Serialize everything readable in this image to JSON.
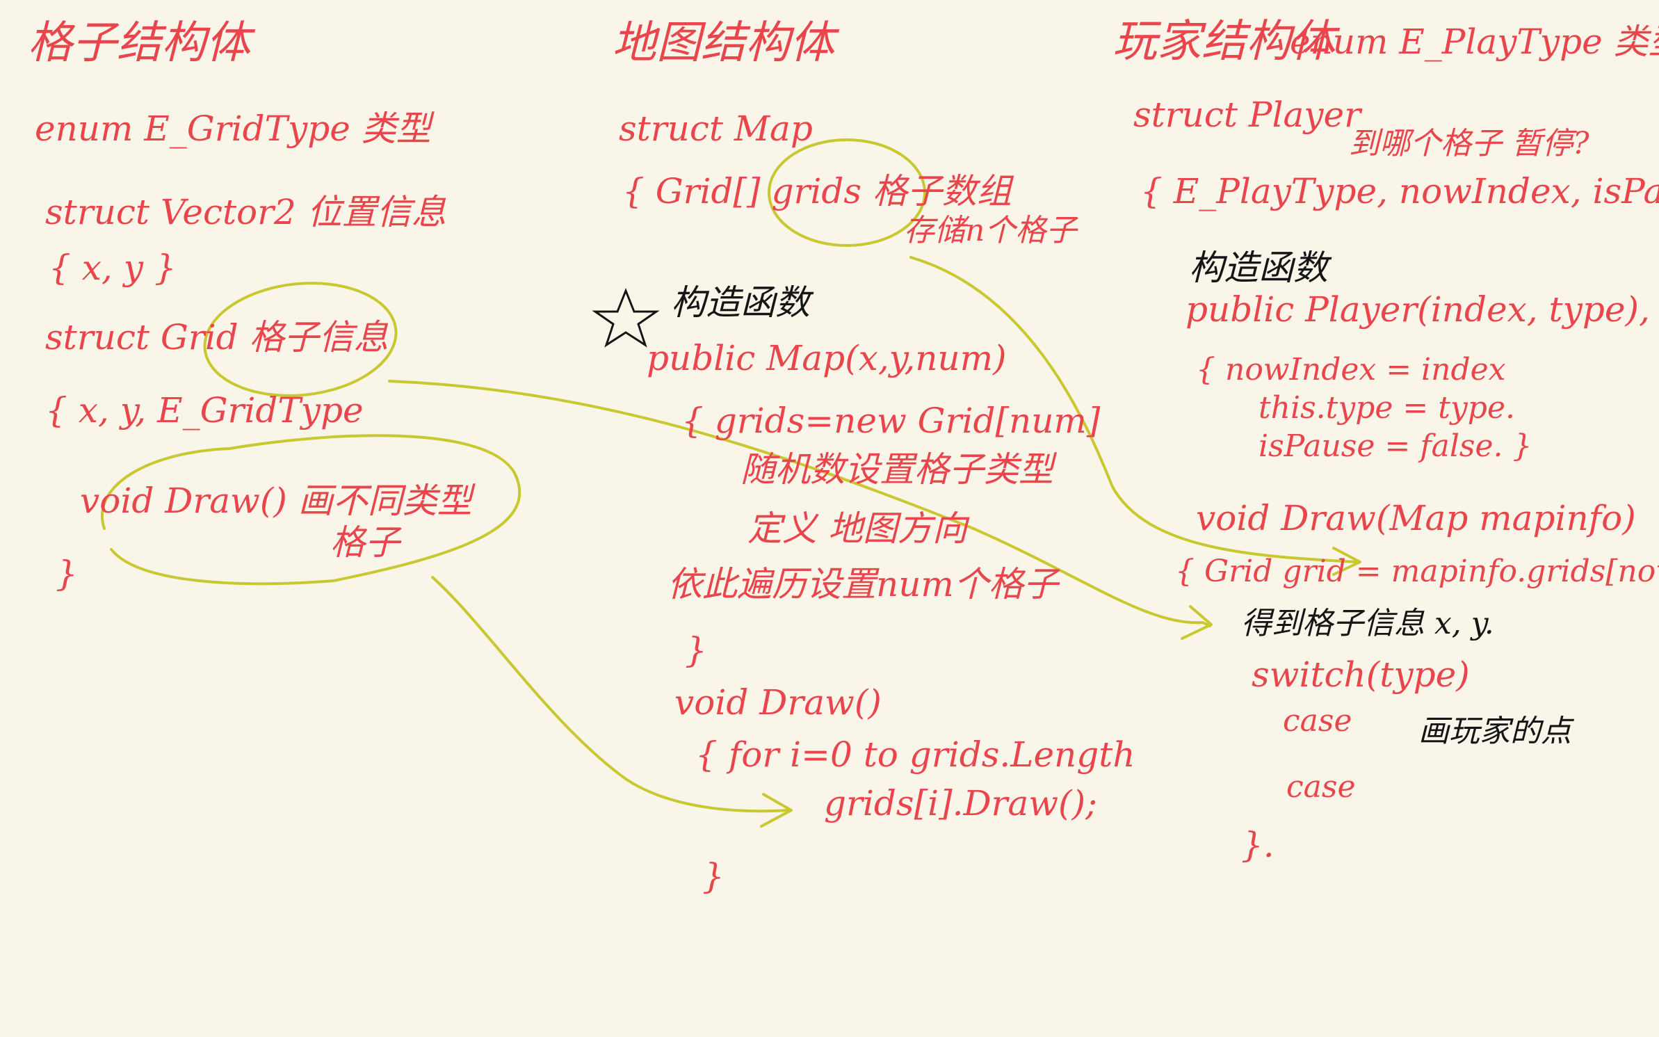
{
  "colors": {
    "background": "#f9f6e9",
    "ink_red": "#e8464c",
    "ink_black": "#151515",
    "highlight_yellow": "#c9c830"
  },
  "col1": {
    "title": "格子结构体",
    "enum_line": "enum E_GridType 类型",
    "vector_struct": "struct Vector2 位置信息",
    "vector_body": "{ x, y }",
    "grid_struct": "struct Grid 格子信息",
    "grid_body": "{ x, y, E_GridType",
    "draw_line": "void Draw() 画不同类型",
    "draw_line2": "格子",
    "close_brace": "}"
  },
  "col2": {
    "title": "地图结构体",
    "struct_line": "struct Map",
    "grids_line": "{ Grid[] grids 格子数组",
    "grids_note": "存储n个格子",
    "ctor_title": "构造函数",
    "star": "☆",
    "ctor_sig": "public Map(x,y,num)",
    "ctor_body1": "{ grids=new Grid[num]",
    "ctor_body2": "随机数设置格子类型",
    "ctor_body3": "定义 地图方向",
    "ctor_body4": "依此遍历设置num个格子",
    "ctor_close": "}",
    "draw_sig": "void Draw()",
    "draw_body1": "{ for i=0 to grids.Length",
    "draw_body2": "grids[i].Draw();",
    "draw_close": "}"
  },
  "col3": {
    "title": "玩家结构体",
    "enum_line": "enum E_PlayType 类型.",
    "struct_line": "struct Player",
    "question": "到哪个格子  暂停?",
    "fields": "{ E_PlayType, nowIndex, isPause",
    "ctor_title": "构造函数",
    "ctor_sig": "public Player(index, type),",
    "ctor_body1": "{  nowIndex = index",
    "ctor_body2": "this.type = type.",
    "ctor_body3": "isPause = false.  }",
    "draw_sig": "void Draw(Map mapinfo)",
    "draw_body1": "{ Grid grid = mapinfo.grids[nowIndex]",
    "draw_note": "得到格子信息 x, y.",
    "switch_line": "switch(type)",
    "case1": "case",
    "case_note": "画玩家的点",
    "case2": "case",
    "close_brace": "}."
  }
}
